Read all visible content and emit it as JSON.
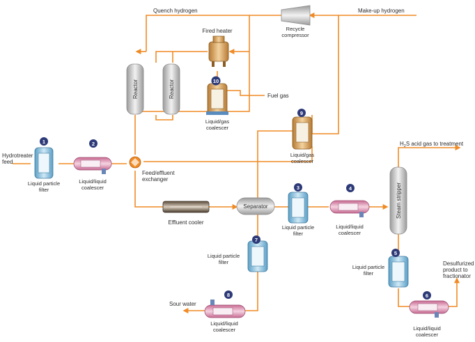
{
  "labels": {
    "quench_hydrogen": "Quench hydrogen",
    "makeup_hydrogen": "Make-up hydrogen",
    "recycle_compressor_1": "Recycle",
    "recycle_compressor_2": "compressor",
    "fired_heater": "Fired heater",
    "fuel_gas": "Fuel gas",
    "reactor": "Reactor",
    "hydrotreater_feed_1": "Hydrotreater",
    "hydrotreater_feed_2": "feed",
    "exchanger_1": "Feed/effluent",
    "exchanger_2": "exchanger",
    "effluent_cooler": "Effluent cooler",
    "separator": "Separator",
    "steam_stripper": "Steam stripper",
    "h2s_gas_pre": "H",
    "h2s_gas_sub": "2",
    "h2s_gas_post": "S acid gas to treatment",
    "sour_water": "Sour water",
    "desulfurized_1": "Desulfurized",
    "desulfurized_2": "product to",
    "desulfurized_3": "fractionator"
  },
  "units": [
    {
      "num": "1",
      "line1": "Liquid particle",
      "line2": "filter"
    },
    {
      "num": "2",
      "line1": "Liquid/liquid",
      "line2": "coalescer"
    },
    {
      "num": "3",
      "line1": "Liquid particle",
      "line2": "filter"
    },
    {
      "num": "4",
      "line1": "Liquid/liquid",
      "line2": "coalescer"
    },
    {
      "num": "5",
      "line1": "Liquid particle",
      "line2": "filter"
    },
    {
      "num": "6",
      "line1": "Liquid/liquid",
      "line2": "coalescer"
    },
    {
      "num": "7",
      "line1": "Liquid particle",
      "line2": "filter"
    },
    {
      "num": "8",
      "line1": "Liquid/liquid",
      "line2": "coalescer"
    },
    {
      "num": "9",
      "line1": "Liquid/gas",
      "line2": "coalescer"
    },
    {
      "num": "10",
      "line1": "Liquid/gas",
      "line2": "coalescer"
    }
  ],
  "colors": {
    "pipe": "#f08a24",
    "badge": "#2d3a78",
    "vessel_blue": "#8fc7e6",
    "vessel_tan": "#d8a35f",
    "vessel_grey": "#c9c9c9",
    "coalescer_pink": "#e59ab8"
  }
}
